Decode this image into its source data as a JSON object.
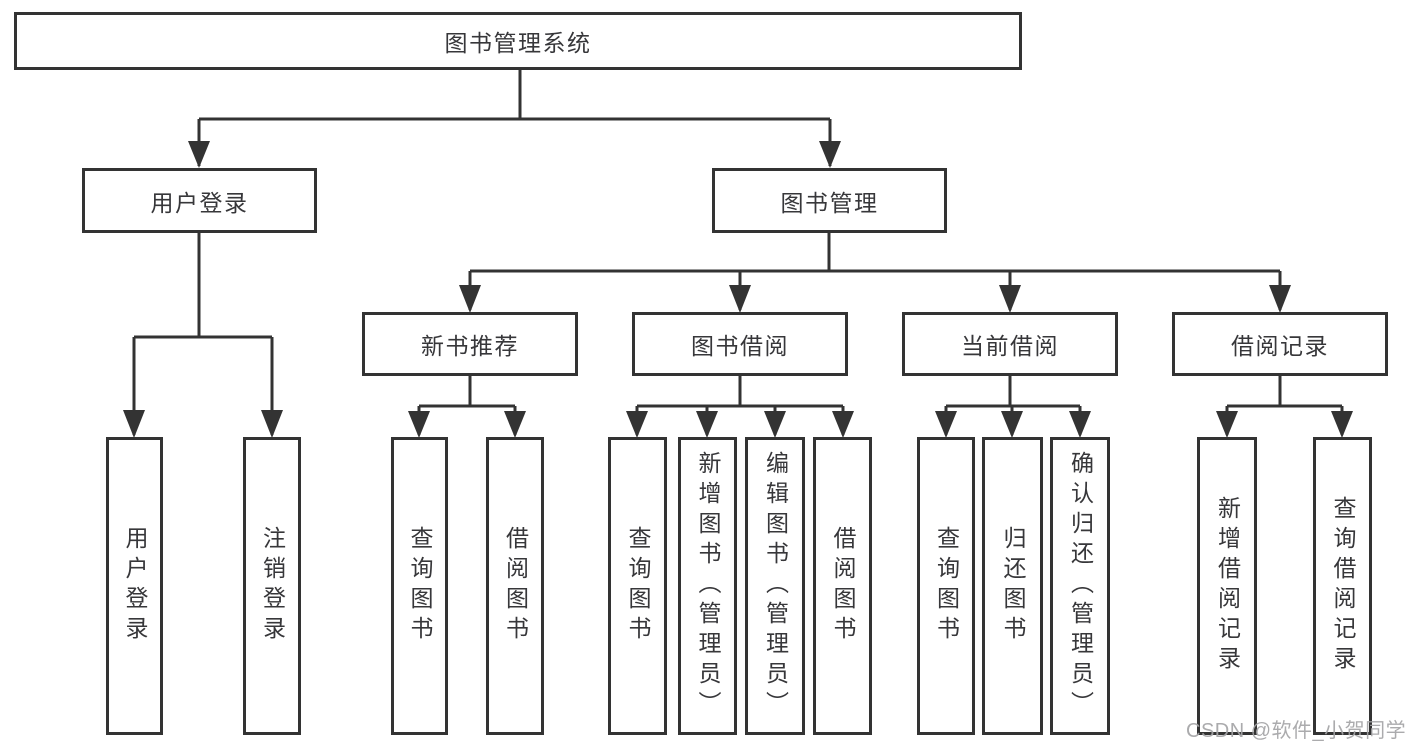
{
  "root": {
    "label": "图书管理系统"
  },
  "branches": [
    {
      "label": "用户登录",
      "leaves": [
        {
          "label": "用户登录"
        },
        {
          "label": "注销登录"
        }
      ]
    },
    {
      "label": "图书管理",
      "groups": [
        {
          "label": "新书推荐",
          "leaves": [
            {
              "label": "查询图书"
            },
            {
              "label": "借阅图书"
            }
          ]
        },
        {
          "label": "图书借阅",
          "leaves": [
            {
              "label": "查询图书"
            },
            {
              "label": "新增图书（管理员）"
            },
            {
              "label": "编辑图书（管理员）"
            },
            {
              "label": "借阅图书"
            }
          ]
        },
        {
          "label": "当前借阅",
          "leaves": [
            {
              "label": "查询图书"
            },
            {
              "label": "归还图书"
            },
            {
              "label": "确认归还（管理员）"
            }
          ]
        },
        {
          "label": "借阅记录",
          "leaves": [
            {
              "label": "新增借阅记录"
            },
            {
              "label": "查询借阅记录"
            }
          ]
        }
      ]
    }
  ],
  "watermark": "CSDN @软件_小贺同学",
  "colors": {
    "line": "#333333",
    "text": "#37373a",
    "box_background": "#ffffff",
    "watermark": "#a4a4a6"
  }
}
